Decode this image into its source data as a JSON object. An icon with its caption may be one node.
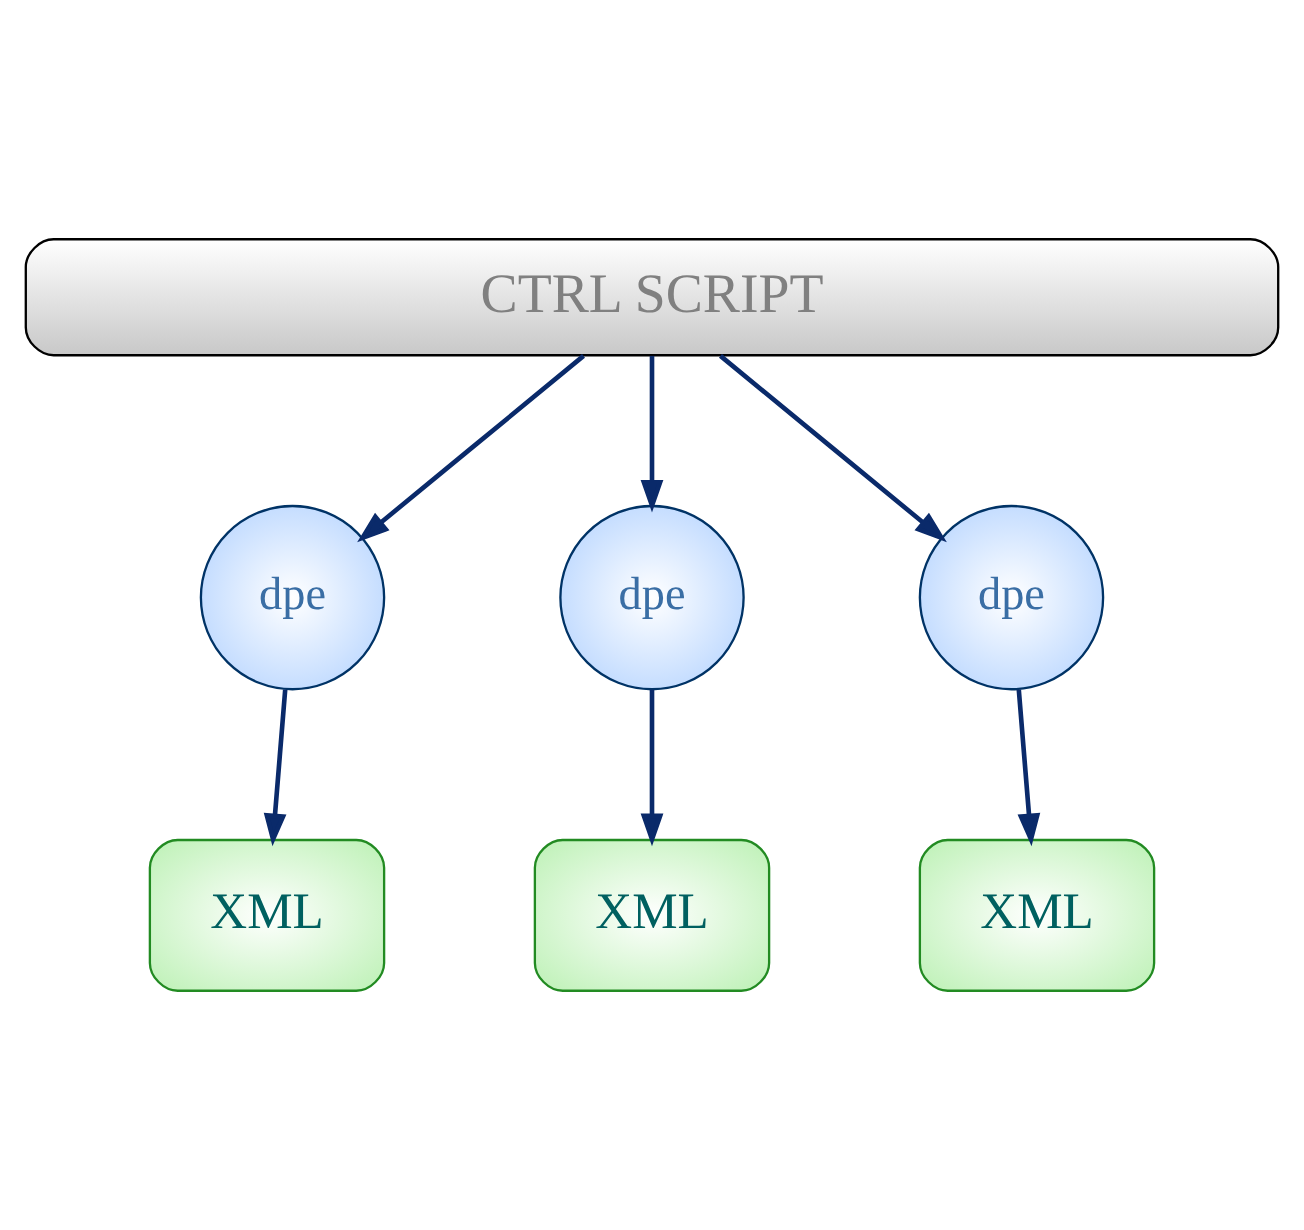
{
  "diagram": {
    "nodes": [
      {
        "text": [
          "CTRL SCRIPT"
        ]
      },
      {
        "text": [
          "dpe"
        ]
      },
      {
        "text": [
          "dpe"
        ]
      },
      {
        "text": [
          "dpe"
        ]
      },
      {
        "text": [
          "XML"
        ]
      },
      {
        "text": [
          "XML"
        ]
      },
      {
        "text": [
          "XML"
        ]
      }
    ],
    "edges": [
      {
        "from": 0,
        "to": 1,
        "arrow": "to"
      },
      {
        "from": 0,
        "to": 2,
        "arrow": "to"
      },
      {
        "from": 0,
        "to": 3,
        "arrow": "to"
      },
      {
        "from": 1,
        "to": 4,
        "arrow": "to"
      },
      {
        "from": 2,
        "to": 5,
        "arrow": "to"
      },
      {
        "from": 3,
        "to": 6,
        "arrow": "to"
      }
    ]
  }
}
